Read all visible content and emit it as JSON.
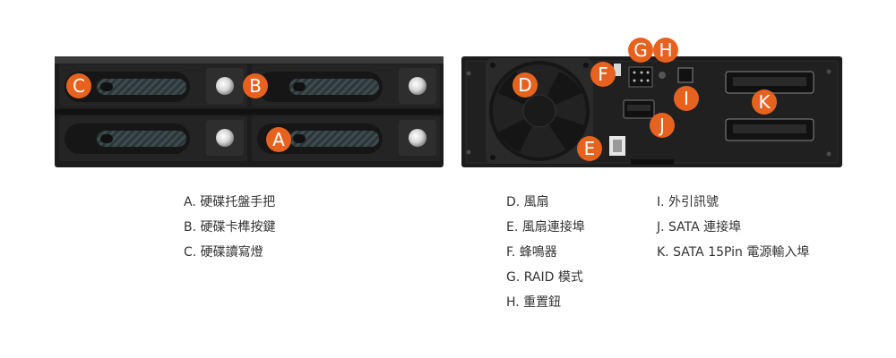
{
  "colors": {
    "badge": "#e8621f",
    "badge_text": "#ffffff",
    "chassis": "#1c1c1c",
    "tray": "#2a2a2a",
    "legend_text": "#333333"
  },
  "badges": {
    "A": "A",
    "B": "B",
    "C": "C",
    "D": "D",
    "E": "E",
    "F": "F",
    "G": "G",
    "H": "H",
    "I": "I",
    "J": "J",
    "K": "K"
  },
  "legend": {
    "col1": [
      "A. 硬碟托盤手把",
      "B. 硬碟卡榫按鍵",
      "C. 硬碟讀寫燈"
    ],
    "col2": [
      "D. 風扇",
      "E. 風扇連接埠",
      "F. 蜂鳴器",
      "G. RAID 模式",
      "H. 重置鈕"
    ],
    "col3": [
      "I. 外引訊號",
      "J. SATA 連接埠",
      "K. SATA 15Pin 電源輸入埠"
    ]
  }
}
